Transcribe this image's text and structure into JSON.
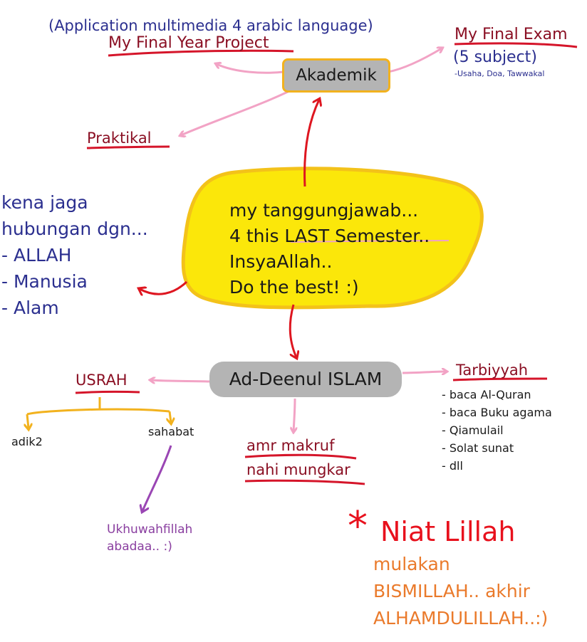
{
  "header": {
    "app_note": "(Application multimedia 4 arabic language)",
    "project": "My Final Year Project"
  },
  "akademik": {
    "label": "Akademik",
    "final_exam": "My Final Exam",
    "subjects": "(5 subject)",
    "note": "-Usaha, Doa, Tawwakal",
    "praktikal": "Praktikal"
  },
  "center": {
    "lines": [
      "my tanggungjawab...",
      "4 this LAST Semester..",
      "InsyaAllah..",
      "Do the best! :)"
    ]
  },
  "hubungan": {
    "title_1": "kena jaga",
    "title_2": "hubungan dgn...",
    "items": [
      "- ALLAH",
      "- Manusia",
      "- Alam"
    ]
  },
  "islam": {
    "label": "Ad-Deenul ISLAM",
    "usrah": "USRAH",
    "adik": "adik2",
    "sahabat": "sahabat",
    "ukhuwah_1": "Ukhuwahfillah",
    "ukhuwah_2": "abadaa.. :)",
    "amr": "amr makruf",
    "nahi": "nahi mungkar",
    "tarbiyyah": "Tarbiyyah",
    "tarbiyyah_items": [
      "- baca Al-Quran",
      "- baca Buku agama",
      "- Qiamulail",
      "- Solat sunat",
      "- dll"
    ]
  },
  "niat": {
    "star": "*",
    "title": "Niat Lillah",
    "line_1": "mulakan",
    "line_2": "BISMILLAH.. akhir",
    "line_3": "ALHAMDULILLAH..:)"
  },
  "colors": {
    "pink_arrow": "#f2a3c5",
    "red_arrow": "#de1620",
    "yellow_arrow": "#f2b21e",
    "purple_arrow": "#9a46b4",
    "blob_fill": "#fbe70a",
    "blob_edge": "#f3c21a",
    "box_fill": "#b4b4b4"
  }
}
